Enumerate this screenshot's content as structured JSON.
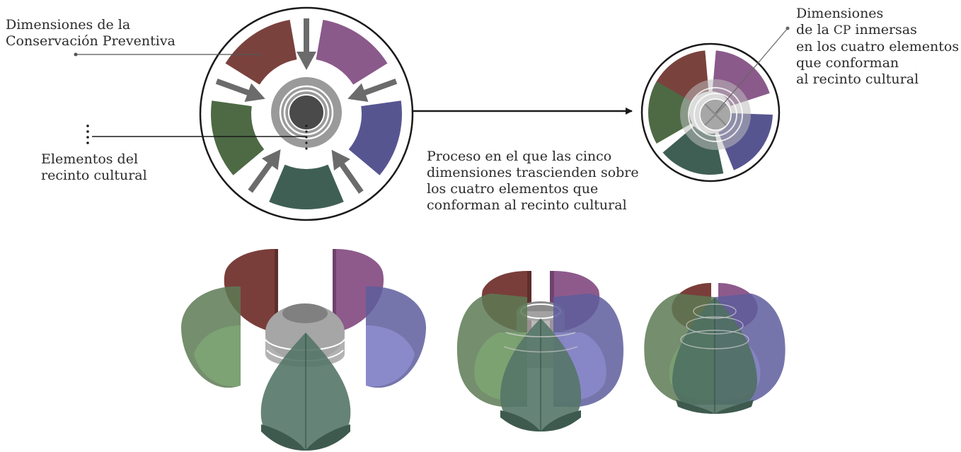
{
  "labels": {
    "dimensions_cp": [
      "Dimensiones de la",
      "Conservación Preventiva"
    ],
    "elements": [
      "Elementos del",
      "recinto cultural"
    ],
    "process": [
      "Proceso en el que las cinco",
      "dimensiones trascienden sobre",
      "los cuatro elementos que",
      "conforman al recinto cultural"
    ],
    "immersed": {
      "line1": "Dimensiones",
      "line2_pre": "de la ",
      "line2_abbr": "CP",
      "line2_post": " inmersas",
      "line3": "en los cuatro elementos",
      "line4": "que conforman",
      "line5": "al recinto cultural"
    }
  },
  "colors": {
    "red": "#7a423d",
    "purple": "#8a5a8a",
    "blue": "#575590",
    "green_dark": "#4d6a45",
    "teal": "#3f5f55",
    "arrow_gray": "#6b6b6b",
    "center_ring": "#9a9a9a",
    "center_core": "#4a4a4a"
  }
}
